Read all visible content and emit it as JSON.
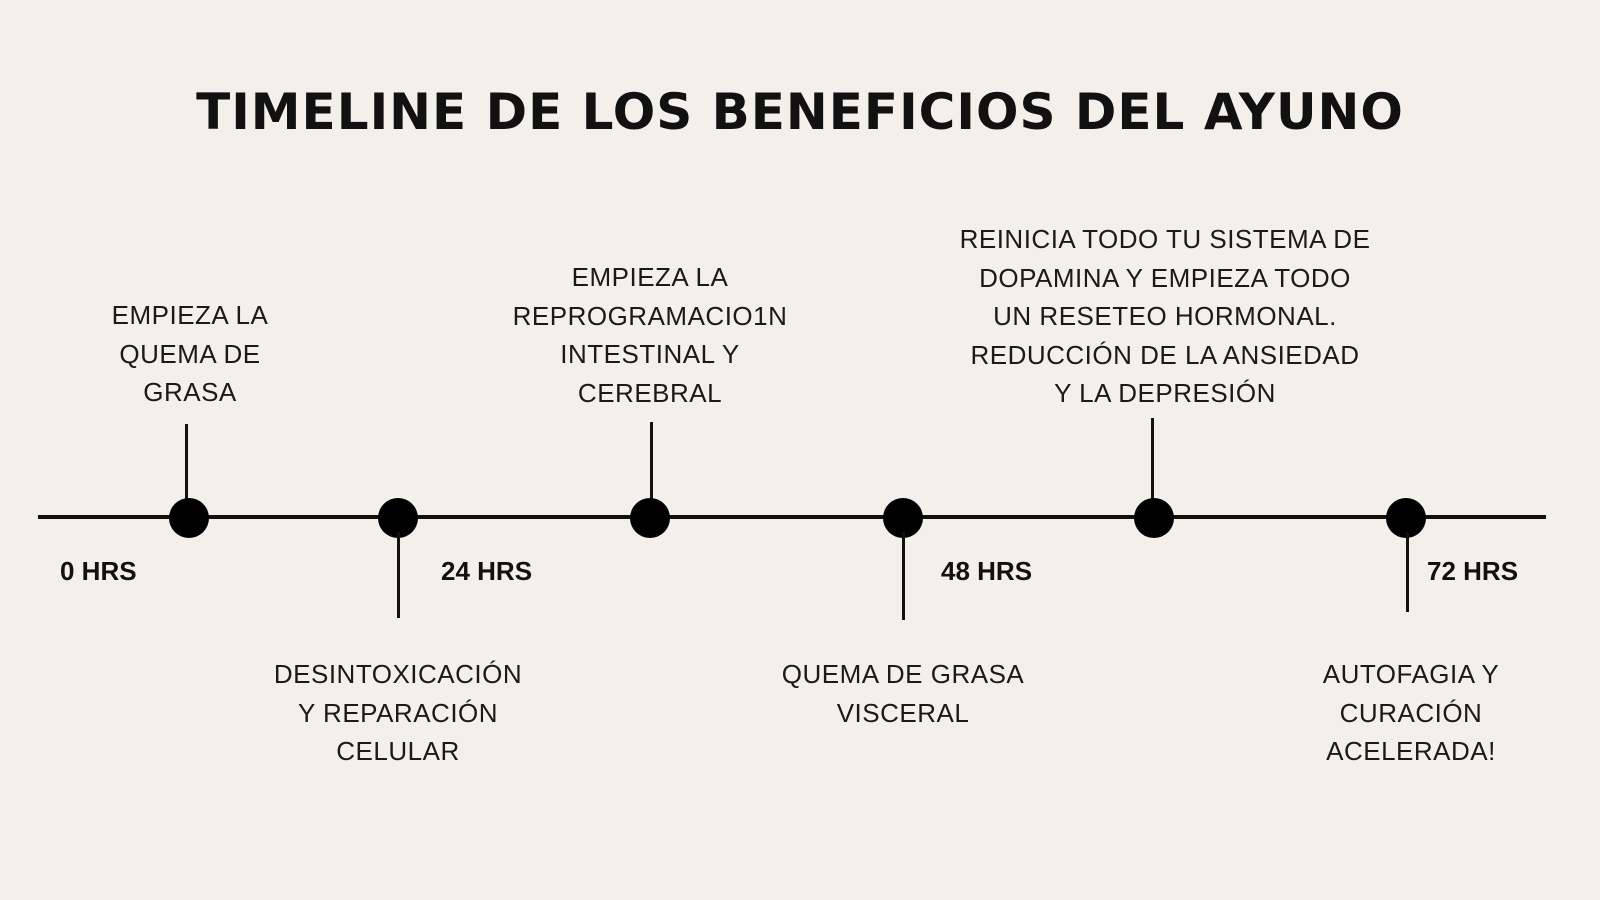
{
  "title": "TIMELINE DE LOS BENEFICIOS DEL AYUNO",
  "colors": {
    "background": "#f3efea",
    "ink": "#111111"
  },
  "hours": [
    "0 HRS",
    "24 HRS",
    "48 HRS",
    "72 HRS"
  ],
  "milestones": [
    {
      "position": "above",
      "text": "EMPIEZA LA\nQUEMA DE\nGRASA"
    },
    {
      "position": "below",
      "text": "DESINTOXICACIÓN\nY REPARACIÓN\nCELULAR"
    },
    {
      "position": "above",
      "text": "EMPIEZA LA\nREPROGRAMACIO1N\nINTESTINAL Y\nCEREBRAL"
    },
    {
      "position": "below",
      "text": "QUEMA DE GRASA\nVISCERAL"
    },
    {
      "position": "above",
      "text": "REINICIA TODO TU SISTEMA DE\nDOPAMINA Y EMPIEZA TODO\nUN RESETEO HORMONAL.\nREDUCCIÓN DE LA ANSIEDAD\nY LA DEPRESIÓN"
    },
    {
      "position": "below",
      "text": "AUTOFAGIA Y\nCURACIÓN\nACELERADA!"
    }
  ]
}
